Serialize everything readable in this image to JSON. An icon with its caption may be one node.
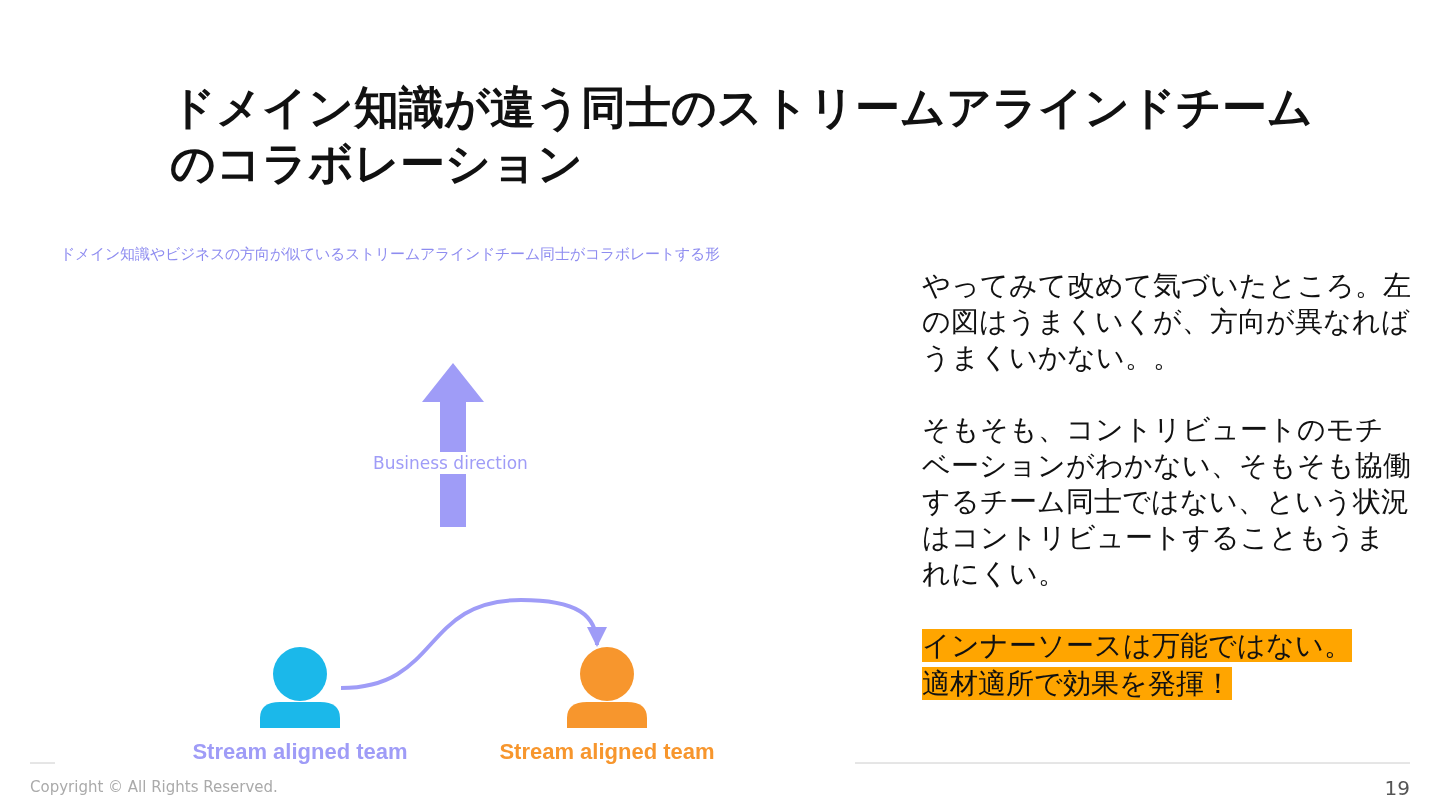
{
  "diagram": {
    "title": "ドメイン知識が違う同士のストリームアラインドチームのコラボレーション",
    "nodes": [
      {
        "text": [],
        "shape": "person",
        "beside": [
          "Stream aligned team"
        ]
      },
      {
        "text": [],
        "shape": "person",
        "beside": [
          "Stream aligned team"
        ]
      }
    ],
    "edges": [
      {
        "from": 0,
        "to": 1,
        "arrow": "to"
      }
    ],
    "labels": [
      "ドメイン知識やビジネスの方向が似ているストリームアラインドチーム同士がコラボレートする形",
      "Business direction",
      "やってみて改めて気づいたところ。左の図はうまくいくが、方向が異なればうまくいかない。。",
      "そもそも、コントリビュートのモチベーションがわかない、そもそも協働するチーム同士ではない、という状況はコントリビュートすることもうまれにくい。",
      "インナーソースは万能ではない。",
      "適材適所で効果を発揮！",
      "Copyright © All Rights Reserved.",
      "19"
    ]
  }
}
